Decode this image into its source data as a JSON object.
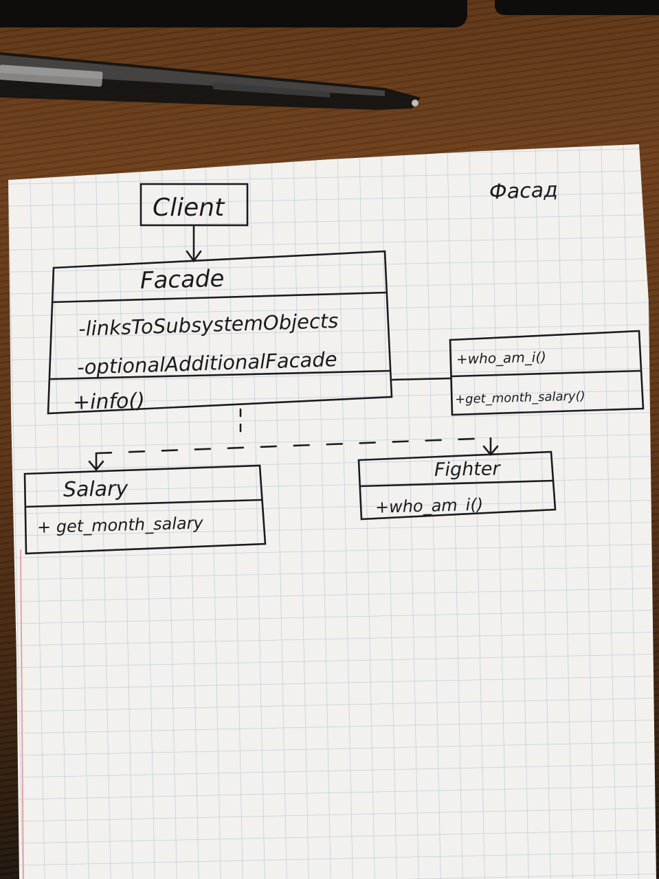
{
  "title": "Фасад",
  "classes": {
    "client": {
      "name": "Client"
    },
    "facade": {
      "name": "Facade",
      "attributes": [
        "-linksToSubsystemObjects",
        "-optionalAdditionalFacade"
      ],
      "methods": [
        "+info()"
      ]
    },
    "interface": {
      "methods": [
        "+who_am_i()",
        "+get_month_salary()"
      ]
    },
    "salary": {
      "name": "Salary",
      "methods": [
        "+ get_month_salary"
      ]
    },
    "fighter": {
      "name": "Fighter",
      "methods": [
        "+who_am_i()"
      ]
    }
  },
  "colors": {
    "ink": "#1b1a1d",
    "paper": "#f2f1ee",
    "grid": "#b8c6d6",
    "margin_line": "#e7a3a6"
  }
}
